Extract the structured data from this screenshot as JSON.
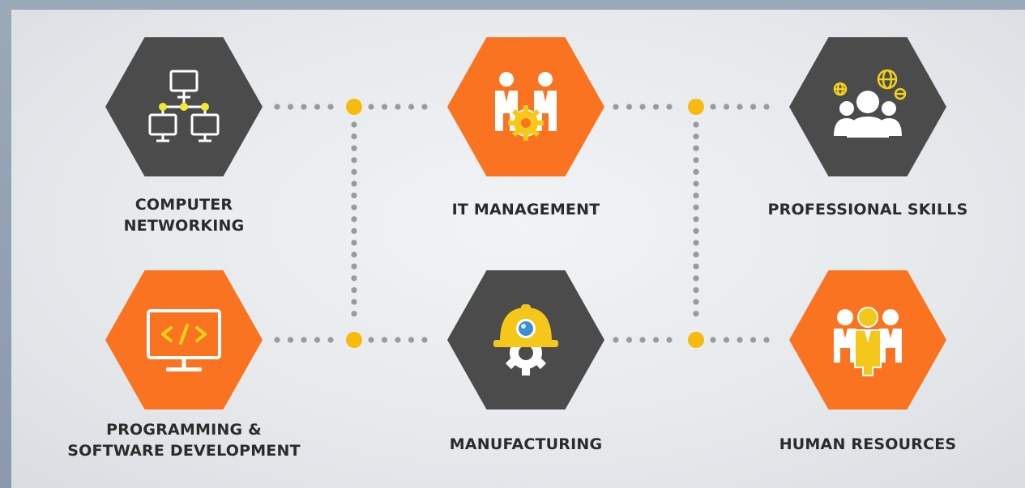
{
  "nodes": [
    {
      "id": "computer-networking",
      "label_lines": [
        "COMPUTER",
        "NETWORKING"
      ],
      "color": "dark",
      "icon": "network-computers-icon"
    },
    {
      "id": "it-management",
      "label_lines": [
        "IT MANAGEMENT"
      ],
      "color": "orange",
      "icon": "managers-gear-icon"
    },
    {
      "id": "professional-skills",
      "label_lines": [
        "PROFESSIONAL SKILLS"
      ],
      "color": "dark",
      "icon": "global-team-icon"
    },
    {
      "id": "programming",
      "label_lines": [
        "PROGRAMMING &",
        "SOFTWARE DEVELOPMENT"
      ],
      "color": "orange",
      "icon": "code-monitor-icon"
    },
    {
      "id": "manufacturing",
      "label_lines": [
        "MANUFACTURING"
      ],
      "color": "dark",
      "icon": "hardhat-gear-icon"
    },
    {
      "id": "human-resources",
      "label_lines": [
        "HUMAN RESOURCES"
      ],
      "color": "orange",
      "icon": "team-leader-icon"
    }
  ],
  "colors": {
    "dark": "#4b4b4b",
    "orange": "#fa7320",
    "dot": "#9a9a9a",
    "junction": "#f7bb0e"
  }
}
